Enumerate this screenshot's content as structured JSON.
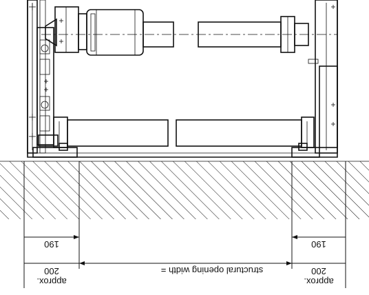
{
  "labels": {
    "structural_opening": "structural opening width =",
    "dim_190": "190",
    "dim_200": "200",
    "approx": "approx."
  }
}
